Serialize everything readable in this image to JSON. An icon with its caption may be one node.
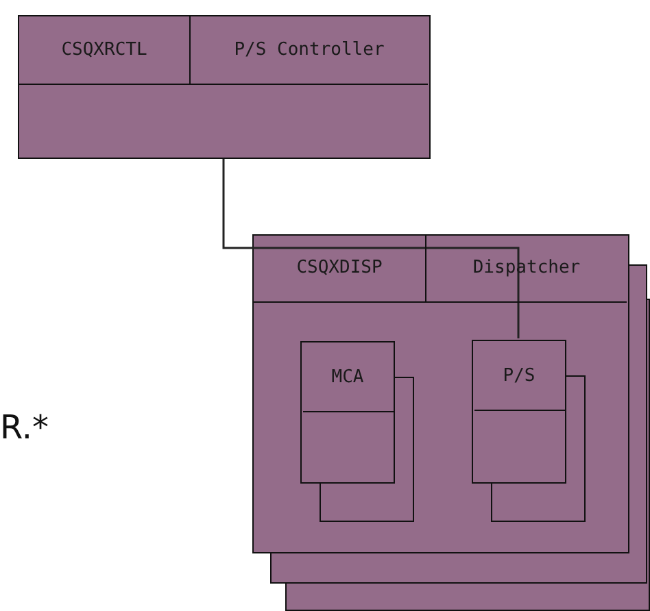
{
  "diagram": {
    "nodes": [
      {
        "text": [
          "CSQXRCTL",
          "P/S Controller"
        ]
      },
      {
        "text": [
          "CSQXDISP",
          "Dispatcher"
        ]
      },
      {
        "text": [
          "MCA"
        ],
        "in": 1
      },
      {
        "text": [
          "P/S"
        ],
        "in": 1
      }
    ],
    "edges": [
      {
        "from": 0,
        "to": 3,
        "arrow": "none"
      }
    ],
    "labels": [
      "R.*"
    ]
  }
}
